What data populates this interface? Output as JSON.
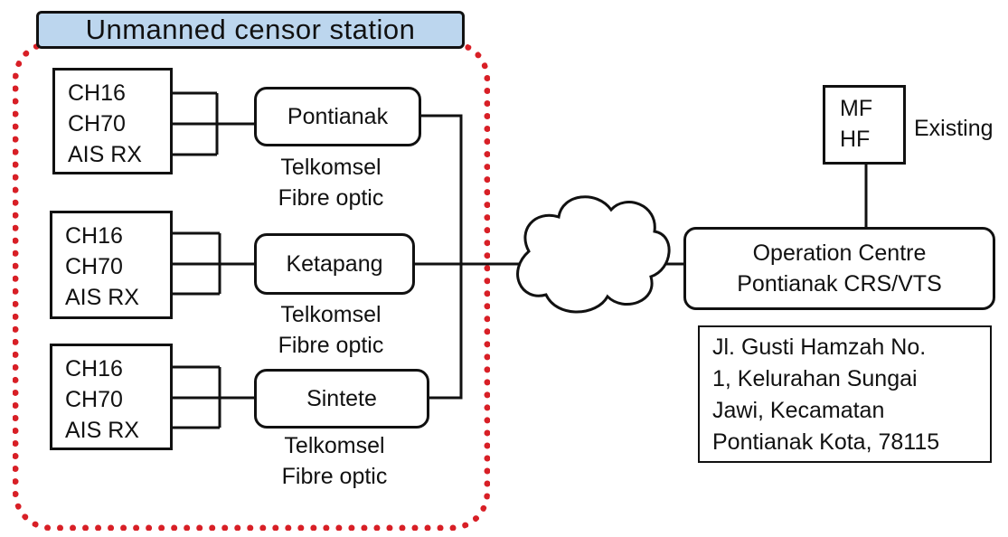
{
  "title": "Unmanned censor station",
  "stations": [
    {
      "channels": [
        "CH16",
        "CH70",
        "AIS RX"
      ],
      "name": "Pontianak",
      "link": [
        "Telkomsel",
        "Fibre optic"
      ]
    },
    {
      "channels": [
        "CH16",
        "CH70",
        "AIS RX"
      ],
      "name": "Ketapang",
      "link": [
        "Telkomsel",
        "Fibre optic"
      ]
    },
    {
      "channels": [
        "CH16",
        "CH70",
        "AIS RX"
      ],
      "name": "Sintete",
      "link": [
        "Telkomsel",
        "Fibre optic"
      ]
    }
  ],
  "mfhf": [
    "MF",
    "HF"
  ],
  "existing_label": "Existing",
  "operation_centre": [
    "Operation Centre",
    "Pontianak CRS/VTS"
  ],
  "address": [
    "Jl. Gusti Hamzah No.",
    "1, Kelurahan Sungai",
    "Jawi, Kecamatan",
    "Pontianak Kota, 78115"
  ],
  "colors": {
    "title_fill": "#bcd6ee",
    "boundary": "#d81f26",
    "line": "#111111"
  }
}
